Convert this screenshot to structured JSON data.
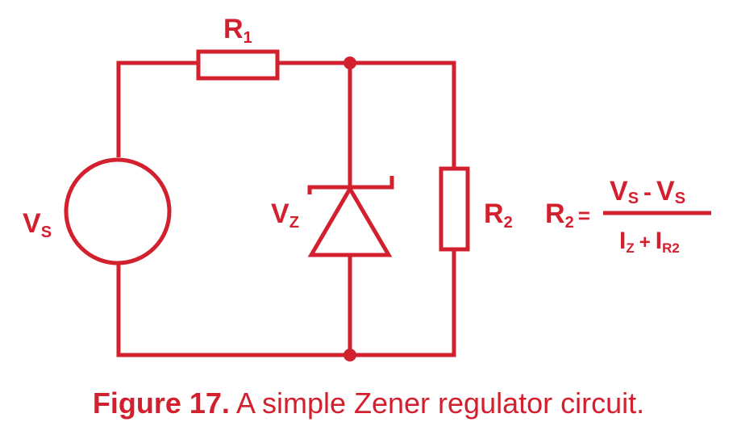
{
  "colors": {
    "accent": "#d3202f",
    "background": "#ffffff"
  },
  "labels": {
    "r1": {
      "main": "R",
      "sub": "1"
    },
    "vs": {
      "main": "V",
      "sub": "S"
    },
    "vz": {
      "main": "V",
      "sub": "Z"
    },
    "r2": {
      "main": "R",
      "sub": "2"
    }
  },
  "formula": {
    "lhs": {
      "main": "R",
      "sub": "2",
      "equals": "="
    },
    "numerator": {
      "a_main": "V",
      "a_sub": "S",
      "op": "-",
      "b_main": "V",
      "b_sub": "S"
    },
    "denominator": {
      "a_main": "I",
      "a_sub": "Z",
      "op": "+",
      "b_main": "I",
      "b_sub": "R2"
    }
  },
  "caption": {
    "bold": "Figure 17.",
    "text": " A simple Zener regulator circuit."
  }
}
